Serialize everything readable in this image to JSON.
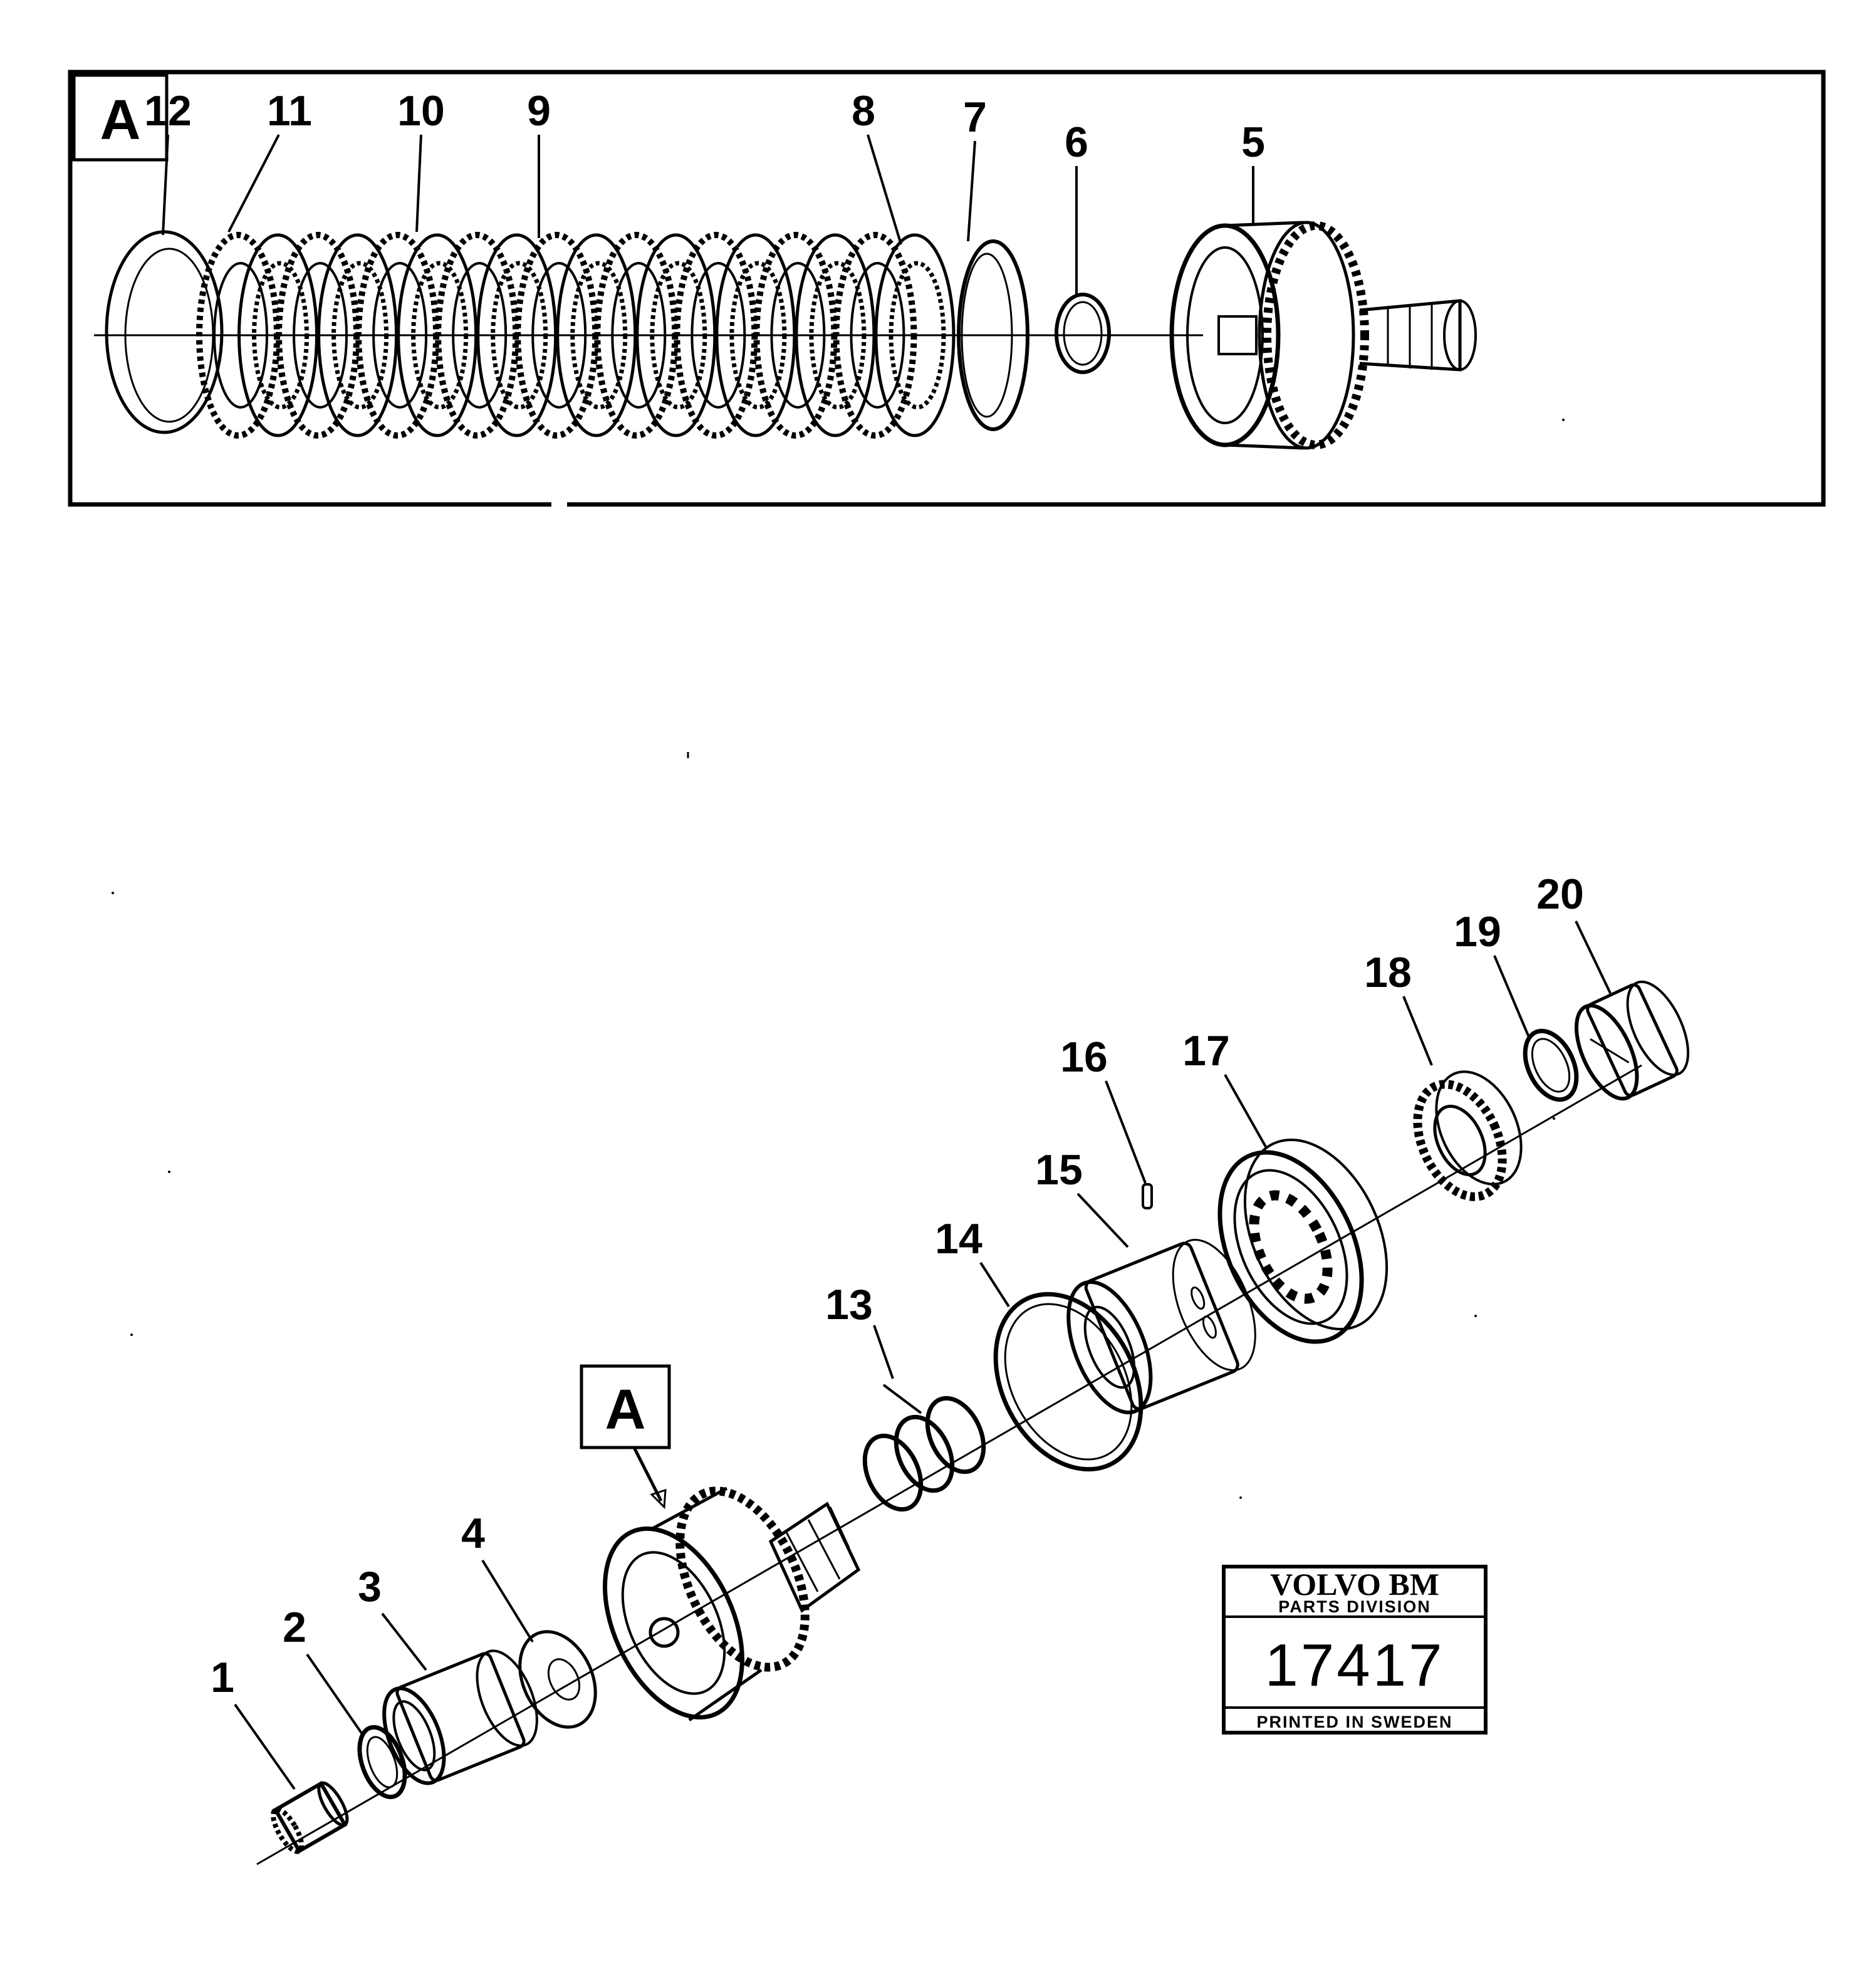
{
  "detail_view": {
    "label": "A",
    "callouts": [
      "12",
      "11",
      "10",
      "9",
      "8",
      "7",
      "6",
      "5"
    ]
  },
  "main_view": {
    "reference_label": "A",
    "callouts": [
      "1",
      "2",
      "3",
      "4",
      "13",
      "14",
      "15",
      "16",
      "17",
      "18",
      "19",
      "20"
    ]
  },
  "stamp": {
    "brand": "VOLVO BM",
    "division": "PARTS DIVISION",
    "number": "17417",
    "footer": "PRINTED IN SWEDEN"
  },
  "colors": {
    "ink": "#000000",
    "paper": "#ffffff"
  }
}
